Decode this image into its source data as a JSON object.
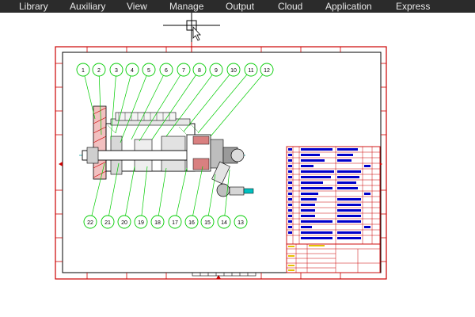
{
  "menubar": {
    "items": [
      "Library",
      "Auxiliary",
      "View",
      "Manage",
      "Output",
      "Cloud",
      "Application",
      "Express"
    ]
  },
  "drawing": {
    "balloons_top": [
      "1",
      "2",
      "3",
      "4",
      "5",
      "6",
      "7",
      "8",
      "9",
      "10",
      "11",
      "12"
    ],
    "balloons_bottom": [
      "22",
      "21",
      "20",
      "19",
      "18",
      "17",
      "16",
      "15",
      "14",
      "13"
    ]
  },
  "colors": {
    "menubar_bg": "#2b2b2b",
    "menubar_text": "#e8e8e8",
    "frame": "#cc0000",
    "border": "#000000",
    "balloon": "#00cc00",
    "table_text": "#0000cc",
    "title_block": "#cc0000"
  }
}
